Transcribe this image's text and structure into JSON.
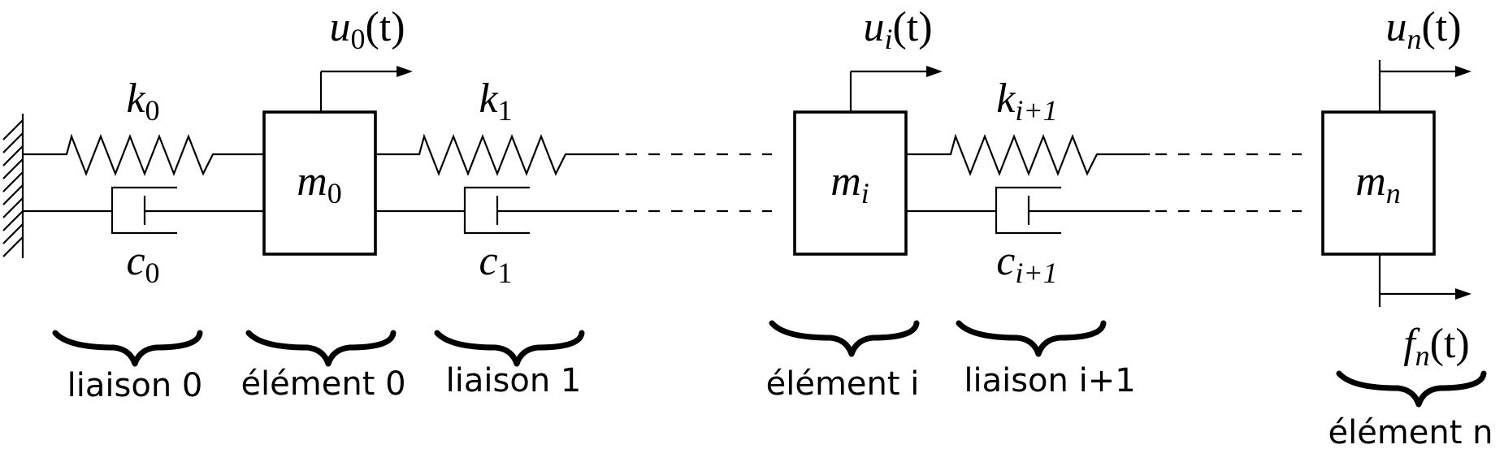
{
  "masses": [
    {
      "sym": "m",
      "sub": "0"
    },
    {
      "sym": "m",
      "sub": "i"
    },
    {
      "sym": "m",
      "sub": "n"
    }
  ],
  "springs": [
    {
      "sym": "k",
      "sub": "0"
    },
    {
      "sym": "k",
      "sub": "1"
    },
    {
      "sym": "k",
      "sub": "i+1"
    }
  ],
  "dampers": [
    {
      "sym": "c",
      "sub": "0"
    },
    {
      "sym": "c",
      "sub": "1"
    },
    {
      "sym": "c",
      "sub": "i+1"
    }
  ],
  "displacements": [
    {
      "sym": "u",
      "sub": "0",
      "arg": "(t)"
    },
    {
      "sym": "u",
      "sub": "i",
      "arg": "(t)"
    },
    {
      "sym": "u",
      "sub": "n",
      "arg": "(t)"
    }
  ],
  "force": {
    "sym": "f",
    "sub": "n",
    "arg": "(t)"
  },
  "groups": [
    "liaison 0",
    "élément 0",
    "liaison 1",
    "élément i",
    "liaison i+1",
    "élément n"
  ]
}
